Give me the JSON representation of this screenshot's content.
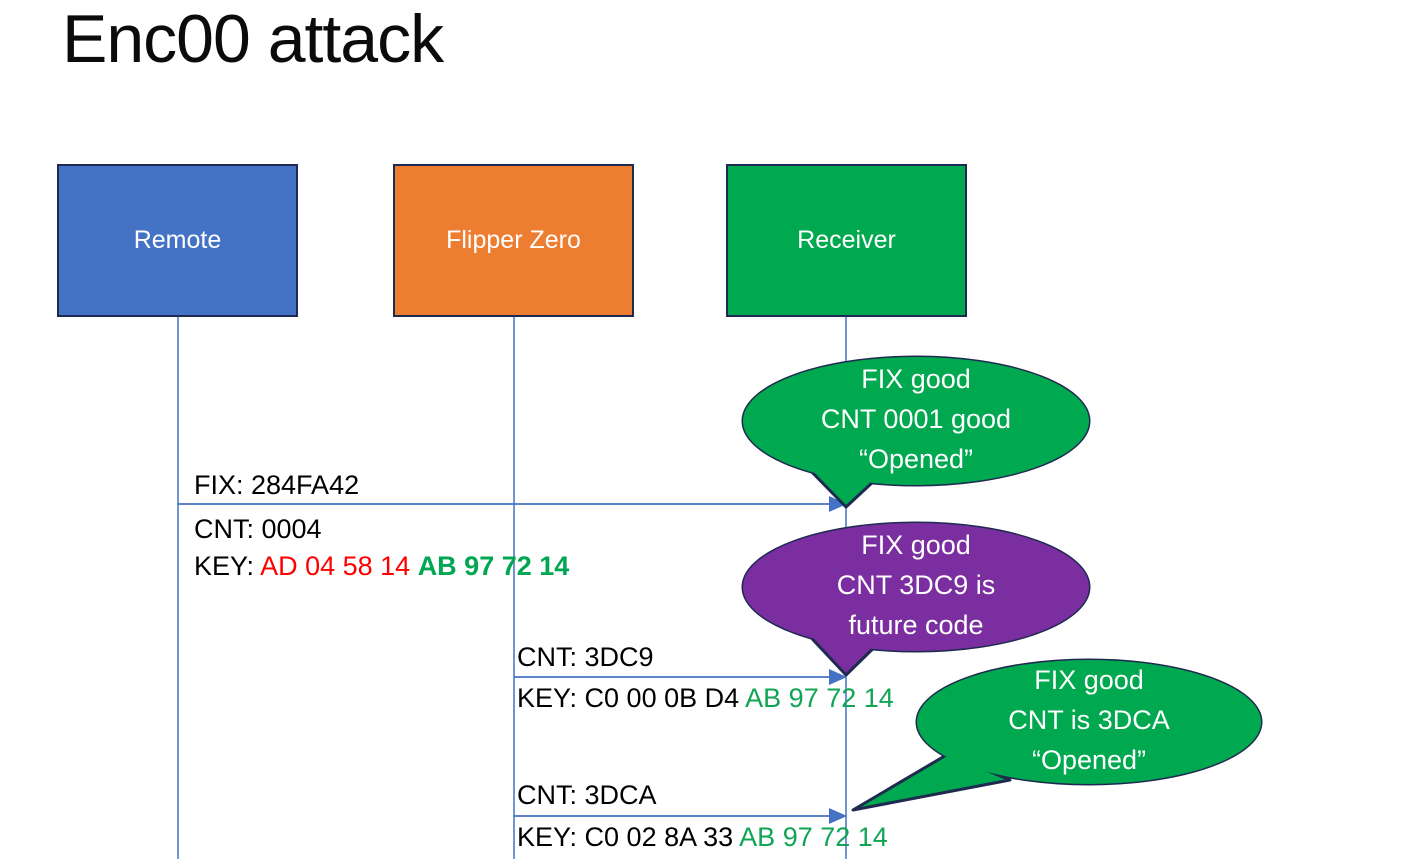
{
  "title": "Enc00 attack",
  "actors": [
    {
      "label": "Remote",
      "fill": "#4472C4"
    },
    {
      "label": "Flipper Zero",
      "fill": "#ED7D31"
    },
    {
      "label": "Receiver",
      "fill": "#00A94F"
    }
  ],
  "messages": [
    {
      "fix": "FIX: 284FA42",
      "cnt": "CNT: 0004",
      "key": {
        "prefix": "KEY: ",
        "changed": "AD 04 58 14 ",
        "fixed": "AB 97 72 14"
      }
    },
    {
      "cnt": "CNT: 3DC9",
      "key": {
        "prefix": "KEY: C0 00 0B D4 ",
        "fixed": "AB 97 72 14"
      }
    },
    {
      "cnt": "CNT: 3DCA",
      "key": {
        "prefix": "KEY: C0 02 8A 33 ",
        "fixed": "AB 97 72 14"
      }
    }
  ],
  "bubbles": [
    {
      "lines": [
        "FIX good",
        "CNT 0001 good",
        "“Opened”"
      ],
      "fill": "#00A94F"
    },
    {
      "lines": [
        "FIX good",
        "CNT 3DC9 is",
        "future code"
      ],
      "fill": "#7A2EA0"
    },
    {
      "lines": [
        "FIX good",
        "CNT is 3DCA",
        "“Opened”"
      ],
      "fill": "#00A94F"
    }
  ],
  "colors": {
    "remote_blue": "#4472C4",
    "flipper_orange": "#ED7D31",
    "receiver_green": "#00A94F",
    "bubble_purple": "#7A2EA0",
    "outline_navy": "#1f2a50",
    "connector_blue": "#4472C4",
    "key_red": "#FF0000",
    "key_green_bold": "#00A651",
    "key_green": "#10A554",
    "text_black": "#000000"
  }
}
